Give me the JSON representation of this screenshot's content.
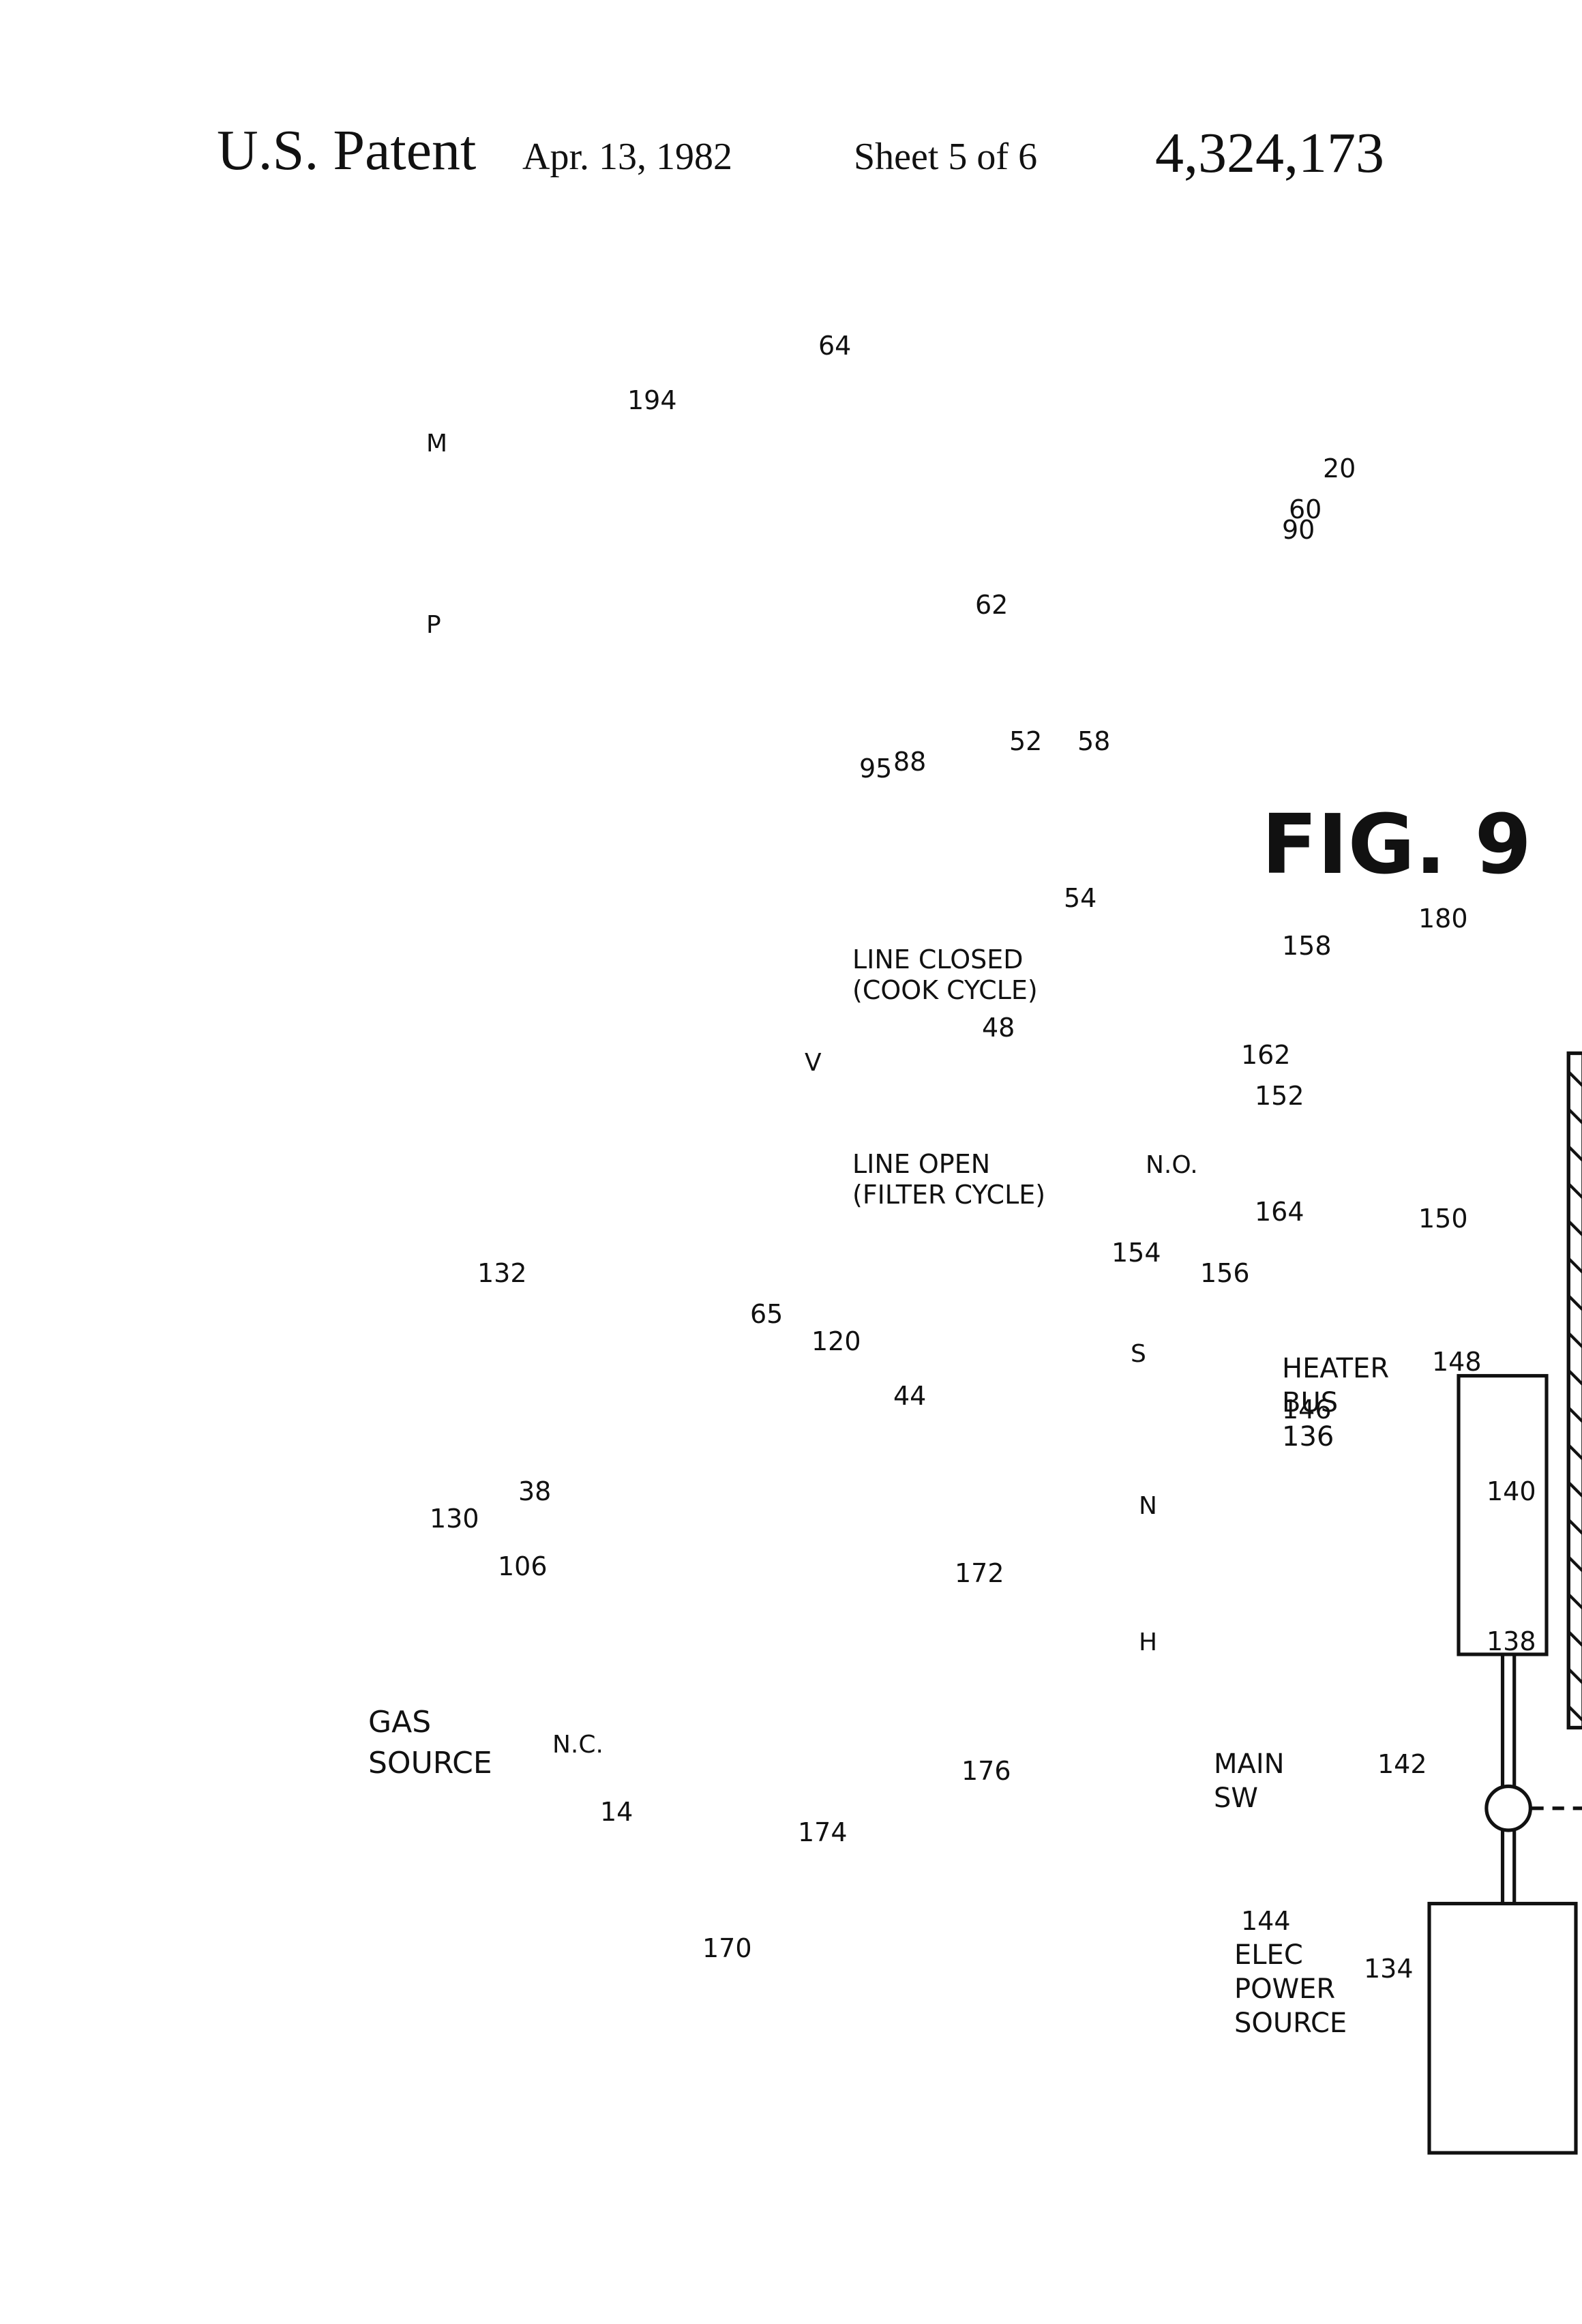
{
  "header": {
    "patent_label": "U.S. Patent",
    "date": "Apr. 13, 1982",
    "sheet": "Sheet 5 of 6",
    "patent_number": "4,324,173"
  },
  "figure": {
    "caption": "FIG. 9",
    "component_labels": {
      "gas_source": [
        "GAS",
        "SOURCE"
      ],
      "elec_power_source": [
        "ELEC",
        "POWER",
        "SOURCE"
      ],
      "main_switch": [
        "MAIN",
        "SW"
      ],
      "heater_bus": [
        "HEATER",
        "BUS"
      ],
      "heater_bus_ref": "136",
      "line_closed": [
        "LINE CLOSED",
        "(COOK CYCLE)"
      ],
      "line_open": [
        "LINE OPEN",
        "(FILTER CYCLE)"
      ],
      "pump_symbol": "P",
      "motor_symbol": "M",
      "valve_symbol": "V",
      "solenoid_symbol": "S",
      "n_c": "N.C.",
      "n_o": "N.O.",
      "terminal_h": "H",
      "terminal_n": "N"
    },
    "reference_numerals": [
      "194",
      "64",
      "62",
      "95",
      "88",
      "20",
      "60",
      "90",
      "180",
      "52",
      "58",
      "54",
      "48",
      "158",
      "162",
      "152",
      "164",
      "150",
      "148",
      "146",
      "154",
      "156",
      "132",
      "65",
      "120",
      "44",
      "130",
      "38",
      "106",
      "172",
      "14",
      "176",
      "174",
      "170",
      "142",
      "144",
      "134",
      "138",
      "140"
    ]
  }
}
